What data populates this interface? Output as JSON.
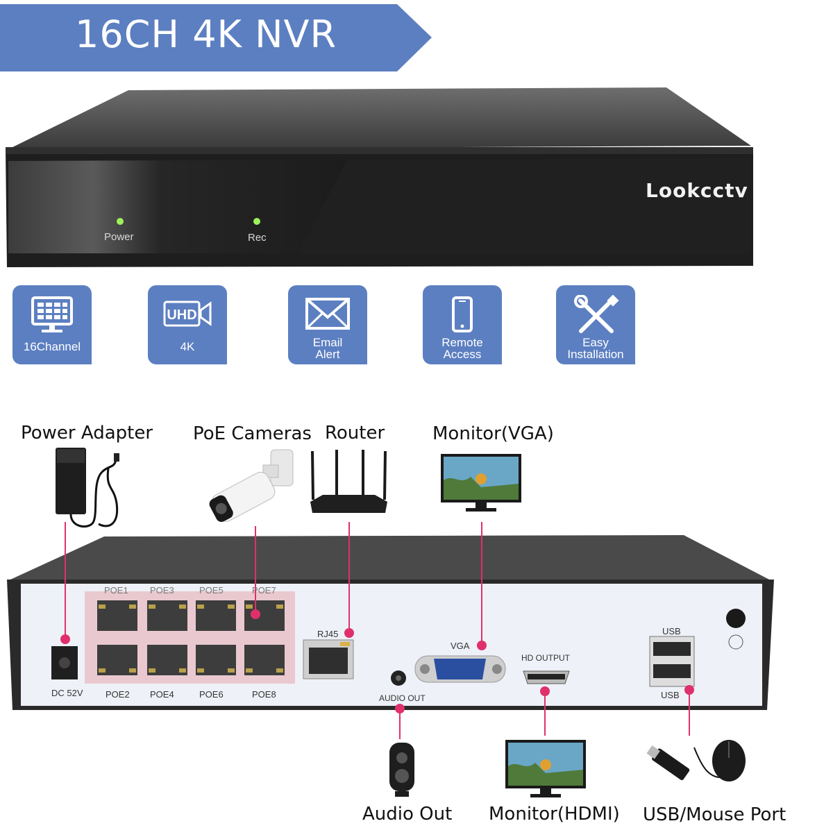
{
  "banner": {
    "title": "16CH 4K NVR"
  },
  "front_panel": {
    "brand": "Lookcctv",
    "indicators": [
      "Power",
      "Rec"
    ]
  },
  "features": [
    {
      "icon": "monitor-grid-icon",
      "lines": [
        "16Channel"
      ]
    },
    {
      "icon": "uhd-camera-icon",
      "lines": [
        "4K"
      ]
    },
    {
      "icon": "envelope-icon",
      "lines": [
        "Email",
        "Alert"
      ]
    },
    {
      "icon": "smartphone-icon",
      "lines": [
        "Remote",
        "Access"
      ]
    },
    {
      "icon": "tools-icon",
      "lines": [
        "Easy",
        "Installation"
      ]
    }
  ],
  "connections": {
    "top": [
      "Power Adapter",
      "PoE Cameras",
      "Router",
      "Monitor(VGA)"
    ],
    "bottom": [
      "Audio Out",
      "Monitor(HDMI)",
      "USB/Mouse Port"
    ]
  },
  "rear_ports": {
    "poe_top": [
      "POE1",
      "POE3",
      "POE5",
      "POE7"
    ],
    "poe_bottom": [
      "POE2",
      "POE4",
      "POE6",
      "POE8"
    ],
    "dc": "DC 52V",
    "rj45": "RJ45",
    "vga": "VGA",
    "audio": "AUDIO OUT",
    "hdmi": "HD OUTPUT",
    "usb_top": "USB",
    "usb_bottom": "USB"
  },
  "colors": {
    "accent": "#5c7fc1",
    "connector_line": "#e0306c",
    "nvr_body": "#2a2a2a"
  }
}
